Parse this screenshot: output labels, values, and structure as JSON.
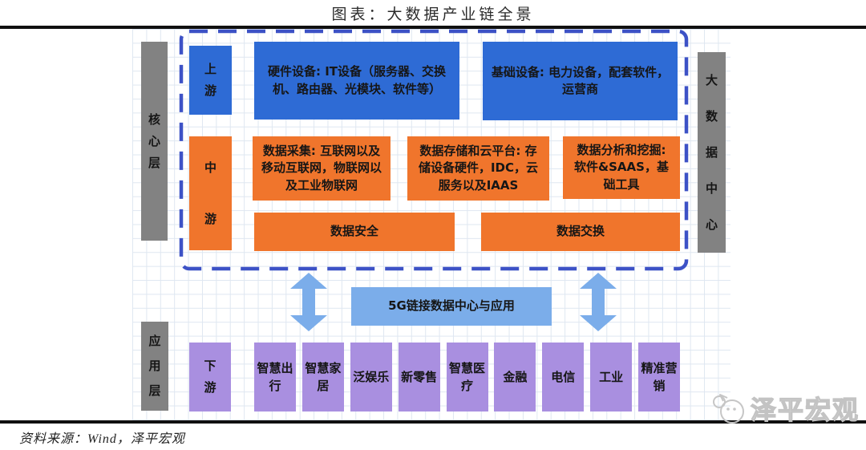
{
  "title": "图表：大数据产业链全景",
  "source": {
    "text": "资料来源：Wind，泽平宏观"
  },
  "watermark": {
    "brand": "泽平宏观"
  },
  "colors": {
    "blue": "#2e6bd5",
    "orange": "#f0752c",
    "purple": "#a98fe0",
    "light-blue": "#7badea",
    "gray": "#828282",
    "dash-border": "#3d52c6",
    "grid-line": "#dfe7f1"
  },
  "layer_labels": {
    "core": "核\n心\n层",
    "application": "应\n用\n层",
    "data_center": "大\n数\n据\n中\n心"
  },
  "upstream": {
    "stage_label": "上\n游",
    "hardware": "硬件设备: IT设备（服务器、交换机、路由器、光模块、软件等）",
    "infrastructure": "基础设备: 电力设备，配套软件，运营商"
  },
  "midstream": {
    "stage_label": "中\n游",
    "collection": "数据采集: 互联网以及移动互联网，物联网以及工业物联网",
    "storage": "数据存储和云平台: 存储设备硬件，IDC，云服务以及IAAS",
    "analysis": "数据分析和挖掘: 软件&SAAS，基础工具",
    "security": "数据安全",
    "exchange": "数据交换"
  },
  "bridge": {
    "label": "5G链接数据中心与应用"
  },
  "downstream": {
    "stage_label": "下\n游",
    "apps": [
      "智慧出行",
      "智慧家居",
      "泛娱乐",
      "新零售",
      "智慧医疗",
      "金融",
      "电信",
      "工业",
      "精准营销"
    ]
  }
}
